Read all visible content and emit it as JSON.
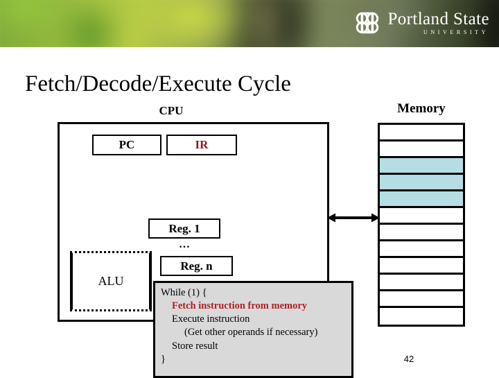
{
  "header": {
    "logo": {
      "mark": "psu-knot-mark",
      "name": "Portland State",
      "subtitle": "UNIVERSITY"
    }
  },
  "slide": {
    "title": "Fetch/Decode/Execute Cycle",
    "number": "42"
  },
  "cpu": {
    "label": "CPU",
    "pc": "PC",
    "ir": "IR",
    "ir_color": "#8b1a1a",
    "reg_first": "Reg. 1",
    "reg_ellipsis": "…",
    "reg_last": "Reg. n",
    "alu": "ALU"
  },
  "code": {
    "lines": [
      {
        "text": "While (1) {",
        "indent": 0,
        "highlight": false
      },
      {
        "text": "Fetch instruction from memory",
        "indent": 1,
        "highlight": true
      },
      {
        "text": "Execute instruction",
        "indent": 1,
        "highlight": false
      },
      {
        "text": "(Get other operands if necessary)",
        "indent": 2,
        "highlight": false
      },
      {
        "text": "Store result",
        "indent": 1,
        "highlight": false
      },
      {
        "text": "}",
        "indent": 0,
        "highlight": false
      }
    ],
    "highlight_color": "#b02020",
    "background": "#d9d9d9"
  },
  "memory": {
    "label": "Memory",
    "fill_color": "#b5dde4",
    "cells": [
      {
        "filled": false
      },
      {
        "filled": false
      },
      {
        "filled": true
      },
      {
        "filled": true
      },
      {
        "filled": true
      },
      {
        "filled": false
      },
      {
        "filled": false
      },
      {
        "filled": false
      },
      {
        "filled": false
      },
      {
        "filled": false
      },
      {
        "filled": false
      },
      {
        "filled": false
      }
    ]
  },
  "bus": {
    "icon": "double-headed-arrow"
  }
}
